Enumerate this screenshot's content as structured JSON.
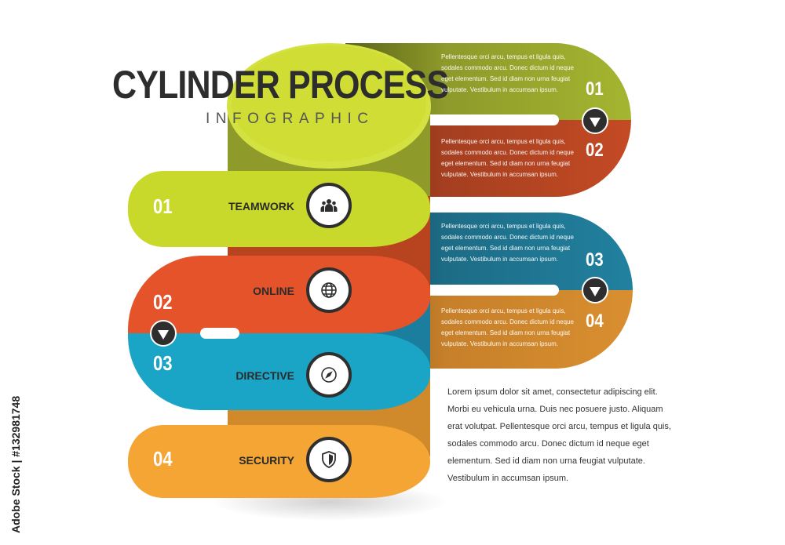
{
  "title": "CYLINDER PROCESS",
  "subtitle": "INFOGRAPHIC",
  "colors": {
    "green": "#c8d92b",
    "olive": "#8e9a2a",
    "red": "#e4532a",
    "darkred": "#a53f20",
    "blue": "#1aa4c6",
    "darkblue": "#1d6c86",
    "orange": "#f4a534",
    "darkorange": "#c7802a",
    "dark": "#2e2e2e"
  },
  "bands": [
    {
      "num": "01",
      "text": "Pellentesque orci arcu, tempus et ligula quis, sodales commodo arcu. Donec dictum id neque eget elementum. Sed id diam non urna feugiat vulputate. Vestibulum in accumsan ipsum."
    },
    {
      "num": "02",
      "text": "Pellentesque orci arcu, tempus et ligula quis, sodales commodo arcu. Donec dictum id neque eget elementum. Sed id diam non urna feugiat vulputate. Vestibulum in accumsan ipsum."
    },
    {
      "num": "03",
      "text": "Pellentesque orci arcu, tempus et ligula quis, sodales commodo arcu. Donec dictum id neque eget elementum. Sed id diam non urna feugiat vulputate. Vestibulum in accumsan ipsum."
    },
    {
      "num": "04",
      "text": "Pellentesque orci arcu, tempus et ligula quis, sodales commodo arcu. Donec dictum id neque eget elementum. Sed id diam non urna feugiat vulputate. Vestibulum in accumsan ipsum."
    }
  ],
  "steps": [
    {
      "num": "01",
      "label": "TEAMWORK",
      "icon": "people-icon"
    },
    {
      "num": "02",
      "label": "ONLINE",
      "icon": "globe-icon"
    },
    {
      "num": "03",
      "label": "DIRECTIVE",
      "icon": "compass-icon"
    },
    {
      "num": "04",
      "label": "SECURITY",
      "icon": "shield-icon"
    }
  ],
  "description": "Lorem ipsum dolor sit amet, consectetur adipiscing elit. Morbi eu vehicula urna. Duis nec posuere justo. Aliquam erat volutpat. Pellentesque orci arcu, tempus et ligula quis, sodales commodo arcu. Donec dictum id neque eget elementum. Sed id diam non urna feugiat vulputate. Vestibulum in accumsan ipsum.",
  "stock_id": "Adobe Stock | #132981748"
}
